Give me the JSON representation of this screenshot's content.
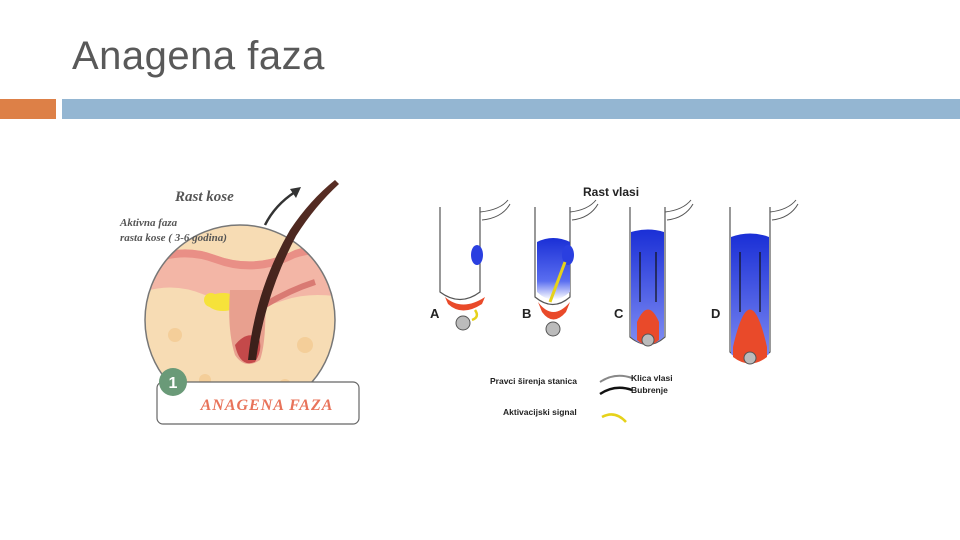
{
  "slide": {
    "title": "Anagena faza"
  },
  "theme": {
    "accent": "#dd8047",
    "bar": "#94b6d2",
    "title_color": "#595959"
  },
  "left_figure": {
    "heading": "Rast kose",
    "subtitle_line1": "Aktivna faza",
    "subtitle_line2": "rasta kose ( 3-6  godina)",
    "step_number": "1",
    "caption": "ANAGENA FAZA"
  },
  "right_figure": {
    "heading": "Rast vlasi",
    "stages": [
      "A",
      "B",
      "C",
      "D"
    ],
    "legend": {
      "cell_spread": "Pravci širenja stanica",
      "germ": "Klica vlasi",
      "bulge": "Bubrenje",
      "activation": "Aktivacijski signal"
    }
  }
}
